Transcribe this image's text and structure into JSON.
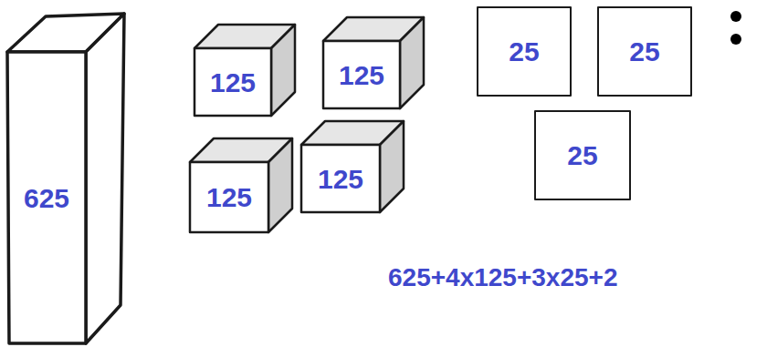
{
  "diagram": {
    "nodes": [
      {
        "text": [
          "625"
        ]
      },
      {
        "text": [
          "125"
        ]
      },
      {
        "text": [
          "125"
        ]
      },
      {
        "text": [
          "125"
        ]
      },
      {
        "text": [
          "125"
        ]
      },
      {
        "text": [
          "25"
        ]
      },
      {
        "text": [
          "25"
        ]
      },
      {
        "text": [
          "25"
        ]
      }
    ],
    "labels": [
      "625+4x125+3x25+2"
    ]
  }
}
